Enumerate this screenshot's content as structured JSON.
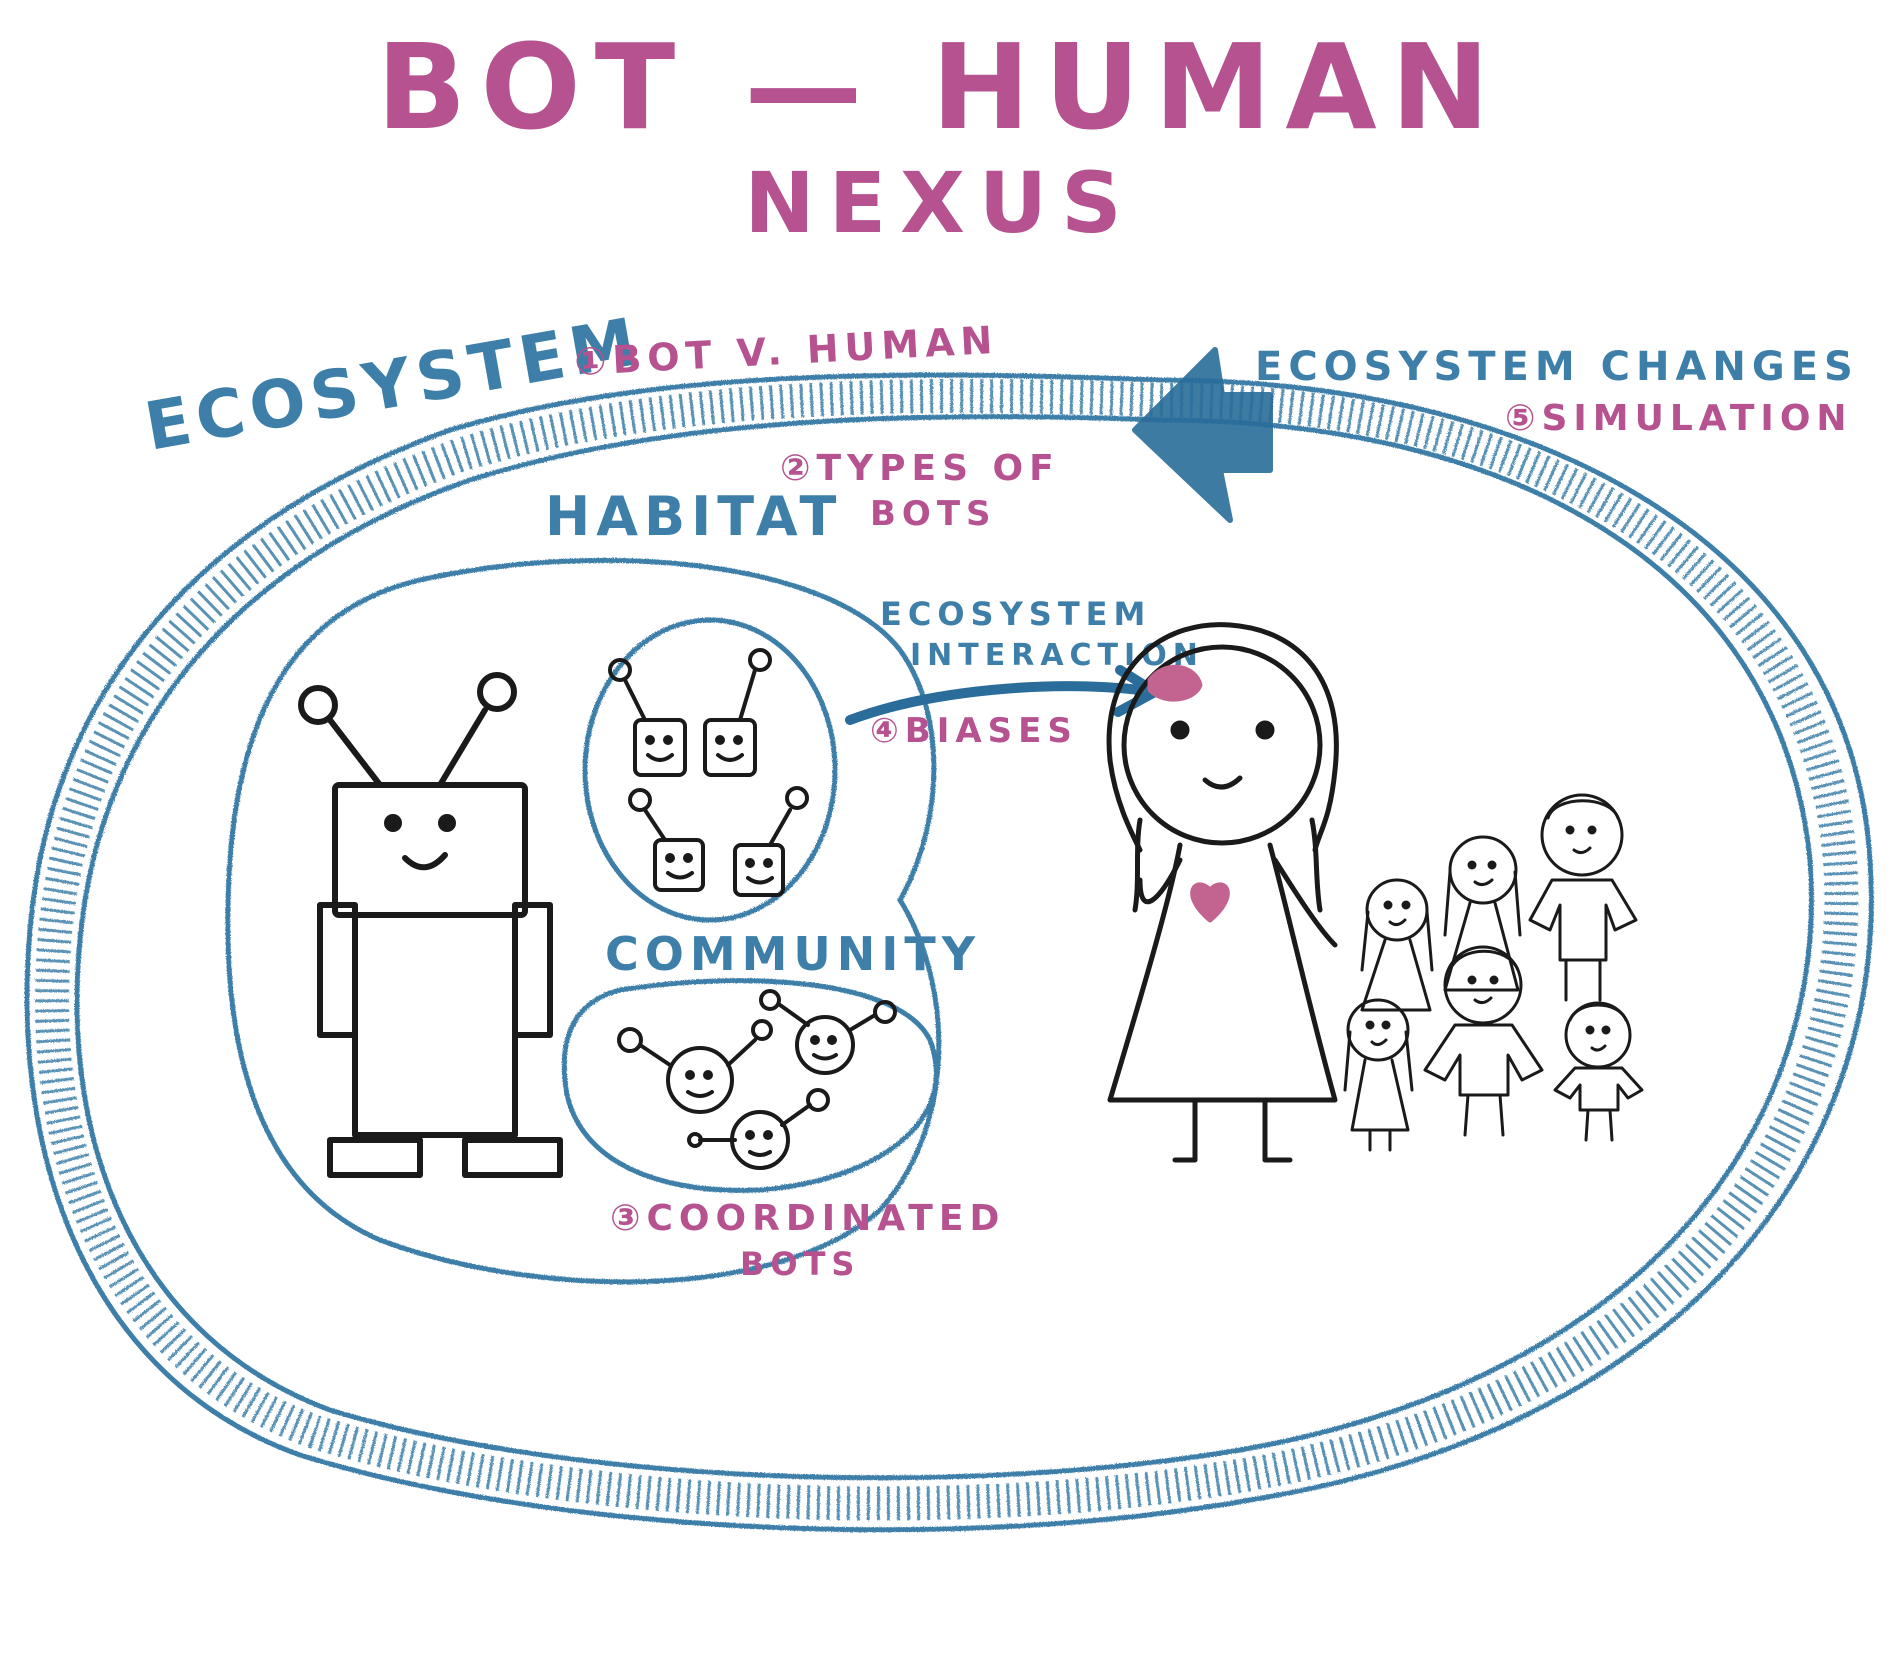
{
  "title": {
    "line1": "BOT — HUMAN",
    "line2": "NEXUS"
  },
  "labels": {
    "ecosystem": "ECOSYSTEM",
    "bot_v_human": "①BOT V. HUMAN",
    "ecosystem_changes": "ECOSYSTEM CHANGES",
    "simulation": "⑤SIMULATION",
    "habitat": "HABITAT",
    "types_of_bots_1": "②TYPES OF",
    "types_of_bots_2": "BOTS",
    "ecosystem_interaction_1": "ECOSYSTEM",
    "ecosystem_interaction_2": "INTERACTION",
    "biases": "④BIASES",
    "community": "COMMUNITY",
    "coordinated_bots_1": "③COORDINATED",
    "coordinated_bots_2": "BOTS"
  },
  "colors": {
    "pink": "#b5528f",
    "blue": "#3d7fa8",
    "dark_blue": "#2a6d9a",
    "ink": "#1a1a1a",
    "heart": "#c2648f"
  }
}
